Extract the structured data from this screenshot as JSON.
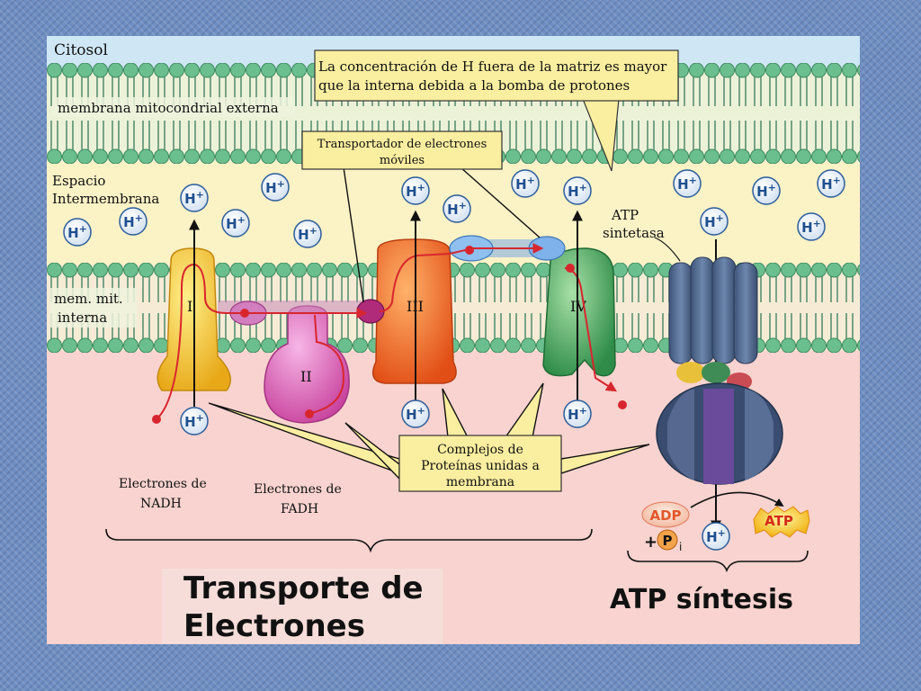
{
  "labels": {
    "cytosol": "Citosol",
    "outer_membrane": "membrana mitocondrial externa",
    "intermembrane_space_line1": "Espacio",
    "intermembrane_space_line2": "Intermembrana",
    "inner_membrane_line1": "mem. mit.",
    "inner_membrane_line2": "interna",
    "atp_synthase_line1": "ATP",
    "atp_synthase_line2": "sintetasa",
    "nadh_line1": "Electrones de",
    "nadh_line2": "NADH",
    "fadh_line1": "Electrones de",
    "fadh_line2": "FADH"
  },
  "complexes": [
    "I",
    "II",
    "III",
    "IV"
  ],
  "callouts": {
    "concentration_line1": "La concentración de H fuera de la matriz es mayor",
    "concentration_line2": "que la interna debida a la bomba de protones",
    "carrier_line1": "Transportador de electrones",
    "carrier_line2": "móviles",
    "complexes_line1": "Complejos de",
    "complexes_line2": "Proteínas unidas a",
    "complexes_line3": "membrana"
  },
  "proton": {
    "symbol": "H",
    "charge": "+"
  },
  "atp": {
    "adp": "ADP",
    "plus": "+",
    "phosphate": "P",
    "phosphate_sub": "i",
    "atp": "ATP"
  },
  "titles": {
    "transport_line1": "Transporte   de",
    "transport_line2": "Electrones",
    "atp_synthesis": "ATP síntesis"
  },
  "colors": {
    "complex_I": "#f2c431",
    "complex_II": "#e06ac0",
    "complex_III": "#f57a2a",
    "complex_IV": "#3fae5a",
    "membrane_head": "#6bbf8f",
    "matrix": "#f8d3cf",
    "intermembrane": "#fbf2c6",
    "cytosol": "#cfe6f5",
    "callout": "#faeea0"
  }
}
